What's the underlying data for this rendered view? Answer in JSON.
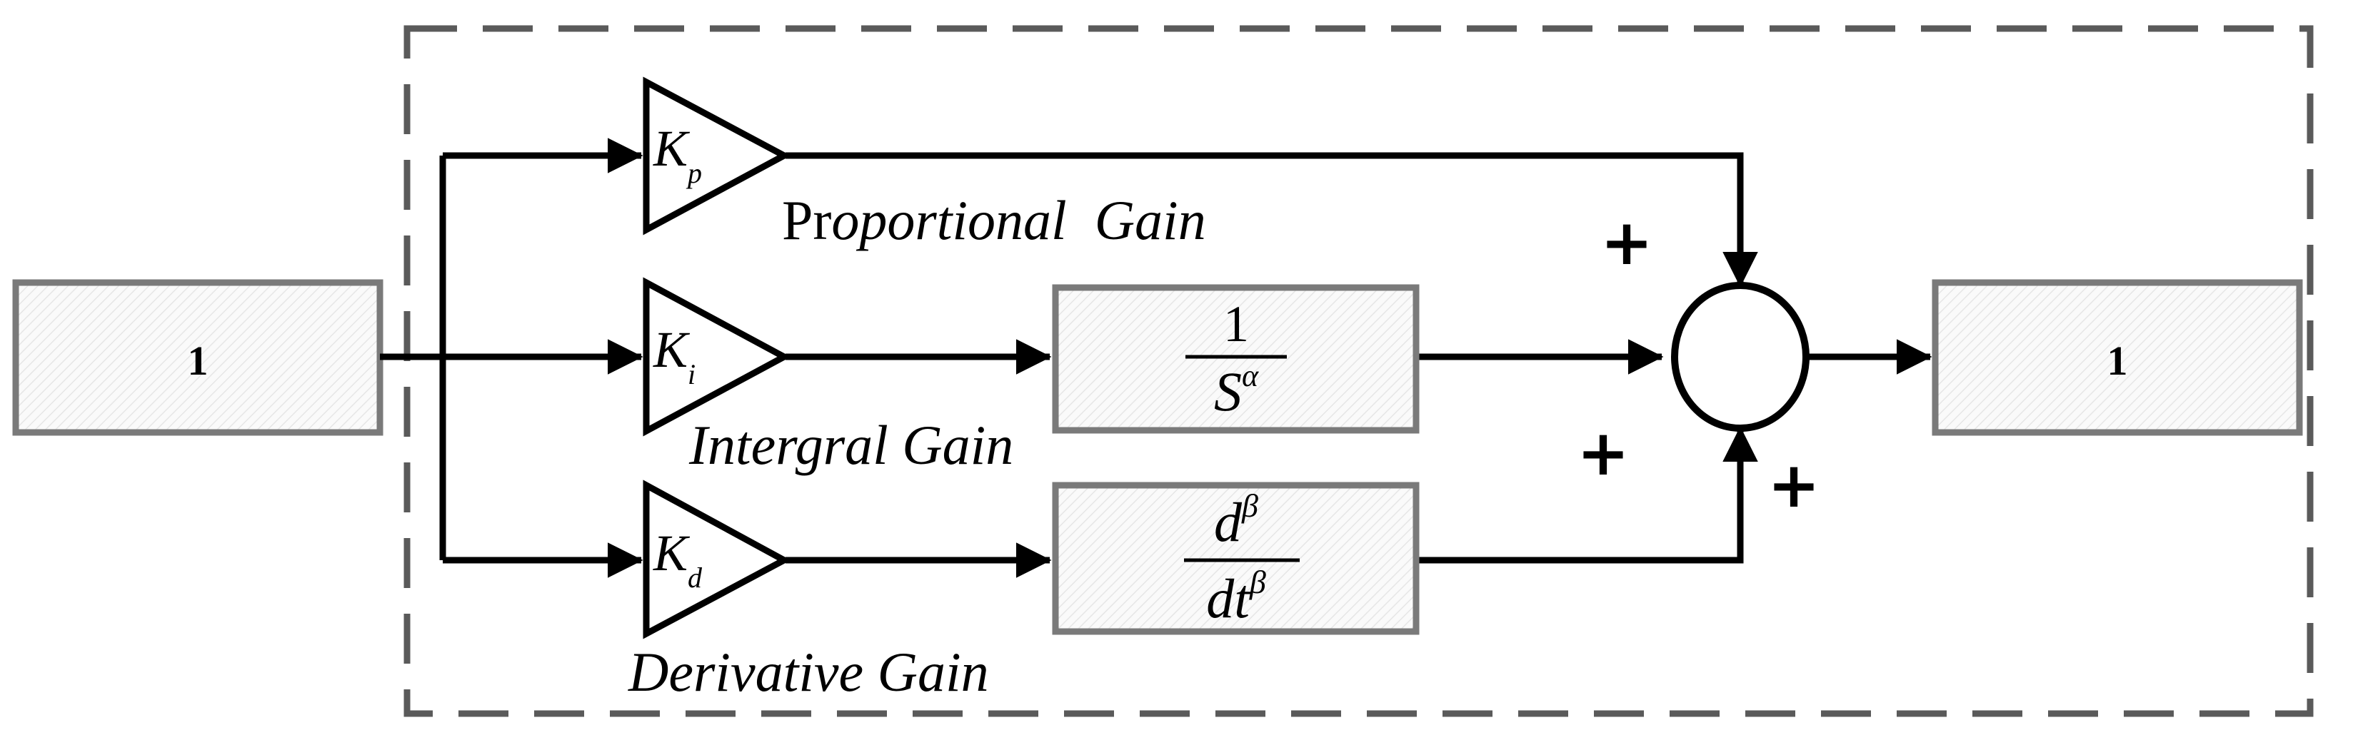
{
  "input_block": {
    "label": "1"
  },
  "output_block": {
    "label": "1"
  },
  "proportional": {
    "gain": "K",
    "gain_sub": "p",
    "caption_upright": "Pr",
    "caption_italic": "oportional  Gain"
  },
  "integral": {
    "gain": "K",
    "gain_sub": "i",
    "caption": "Intergral Gain",
    "tf_num": "1",
    "tf_den_base": "S",
    "tf_den_exp": "α"
  },
  "derivative": {
    "gain": "K",
    "gain_sub": "d",
    "caption": "Derivative Gain",
    "tf_num_base": "d",
    "tf_num_exp": "β",
    "tf_den_base": "dt",
    "tf_den_exp": "β"
  },
  "summing": {
    "sign_top": "+",
    "sign_left": "+",
    "sign_bottom": "+"
  }
}
